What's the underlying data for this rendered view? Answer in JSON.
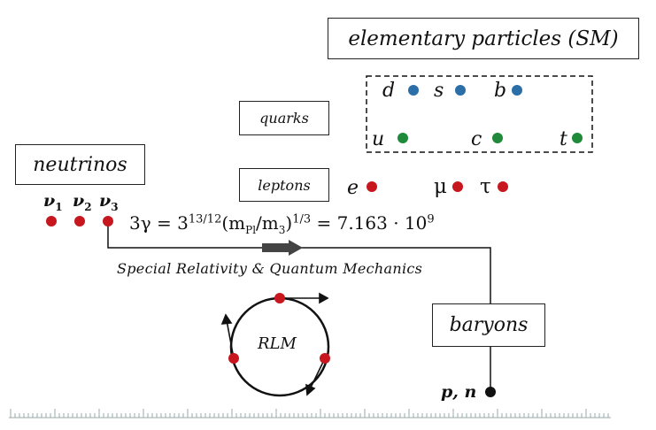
{
  "boxes": {
    "sm": "elementary particles (SM)",
    "quarks": "quarks",
    "leptons": "leptons",
    "neutrinos": "neutrinos",
    "baryons": "baryons"
  },
  "quarks": {
    "d": "d",
    "s": "s",
    "b": "b",
    "u": "u",
    "c": "c",
    "t": "t"
  },
  "leptons": {
    "e": "e",
    "mu": "μ",
    "tau": "τ"
  },
  "neutrinos": {
    "nu_symbol": "ν",
    "sub1": "1",
    "sub2": "2",
    "sub3": "3"
  },
  "formula": {
    "lhs": "3γ = 3",
    "exp1": "13/12",
    "mid": "(m",
    "sub": "Pl",
    "mid2": "/m",
    "sub2": "3",
    "close": ")",
    "exp2": "1/3",
    "eq": " = 7.163 · 10",
    "exp3": "9"
  },
  "caption": "Special Relativity & Quantum Mechanics",
  "rlm": "RLM",
  "pn": "p, n",
  "colors": {
    "red": "#c8161e",
    "blue": "#2b6ea8",
    "green": "#1f8a3a"
  }
}
